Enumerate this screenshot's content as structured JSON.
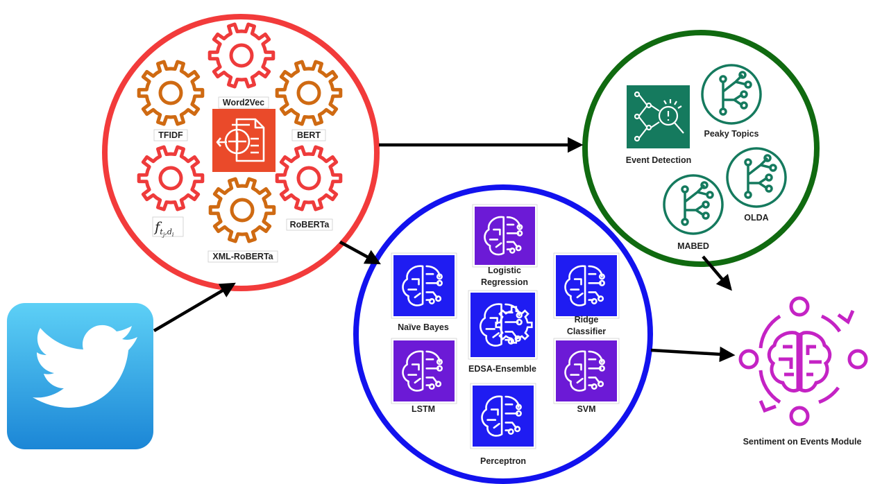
{
  "feature_extraction": {
    "methods": [
      "Word2Vec",
      "TFIDF",
      "BERT",
      "RoBERTa",
      "XML-RoBERTa"
    ],
    "freq_label": {
      "base": "f",
      "sub1": "t",
      "sub1_sub": "j",
      "sep": ",",
      "sub2": "d",
      "sub2_sub": "i"
    },
    "accent_colors": {
      "ring": "#f23b3b",
      "orange_gear": "#cf6a12",
      "red_gear": "#ee3b3b"
    }
  },
  "event_detection": {
    "title": "Event Detection",
    "methods": [
      "Peaky Topics",
      "OLDA",
      "MABED"
    ],
    "accent_colors": {
      "ring": "#106a10",
      "icon": "#157a5e"
    }
  },
  "sentiment_models": {
    "models": [
      "Naïve Bayes",
      "Logistic Regression",
      "Ridge Classifier",
      "LSTM",
      "EDSA-Ensemble",
      "SVM",
      "Perceptron"
    ],
    "logistic_lines": [
      "Logistic",
      "Regression"
    ],
    "ridge_lines": [
      "Ridge",
      "Classifier"
    ],
    "accent_colors": {
      "ring": "#1212ee",
      "blue_box": "#1f1cf2",
      "purple_box": "#6c1ad6"
    }
  },
  "output": {
    "title": "Sentiment on Events Module",
    "accent_color": "#c423c4"
  },
  "source": {
    "icon": "twitter-bird-icon",
    "accent_colors": {
      "light": "#5dd0f6",
      "dark": "#1b86d6"
    }
  },
  "icons": [
    "gear-icon",
    "document-process-icon",
    "neural-search-icon",
    "topic-tree-icon",
    "brain-circuit-icon"
  ]
}
